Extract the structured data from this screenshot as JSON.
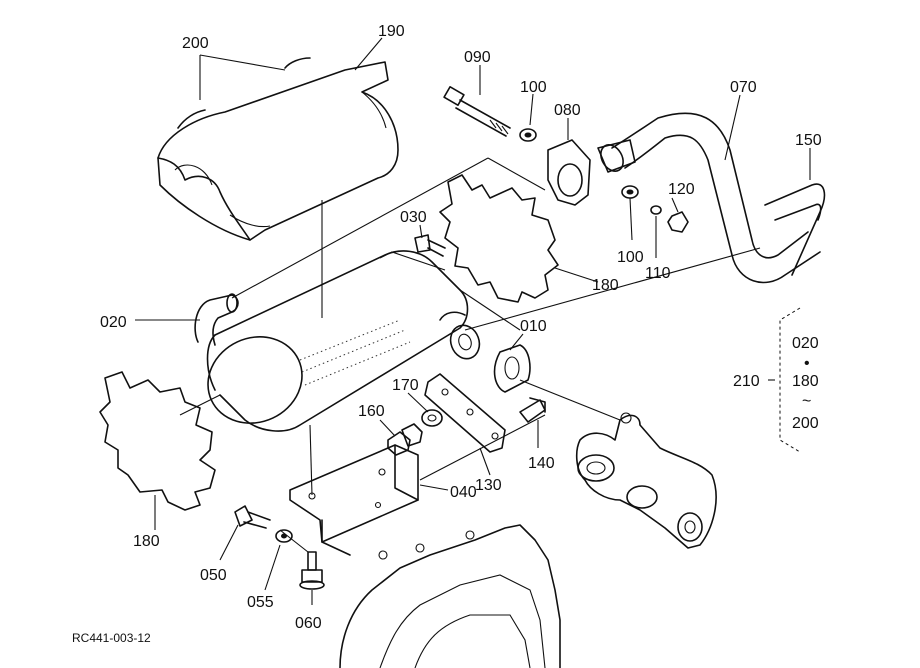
{
  "diagram": {
    "footer_code": "RC441-003-12",
    "callouts": [
      {
        "id": "c200",
        "label": "200"
      },
      {
        "id": "c190",
        "label": "190"
      },
      {
        "id": "c090",
        "label": "090"
      },
      {
        "id": "c100a",
        "label": "100"
      },
      {
        "id": "c080",
        "label": "080"
      },
      {
        "id": "c070",
        "label": "070"
      },
      {
        "id": "c150",
        "label": "150"
      },
      {
        "id": "c120",
        "label": "120"
      },
      {
        "id": "c030",
        "label": "030"
      },
      {
        "id": "c100b",
        "label": "100"
      },
      {
        "id": "c110",
        "label": "110"
      },
      {
        "id": "c180a",
        "label": "180"
      },
      {
        "id": "c020",
        "label": "020"
      },
      {
        "id": "c010",
        "label": "010"
      },
      {
        "id": "c170",
        "label": "170"
      },
      {
        "id": "c160",
        "label": "160"
      },
      {
        "id": "c140",
        "label": "140"
      },
      {
        "id": "c130",
        "label": "130"
      },
      {
        "id": "c040",
        "label": "040"
      },
      {
        "id": "c180b",
        "label": "180"
      },
      {
        "id": "c050",
        "label": "050"
      },
      {
        "id": "c055",
        "label": "055"
      },
      {
        "id": "c060",
        "label": "060"
      },
      {
        "id": "c210",
        "label": "210"
      }
    ],
    "set_bracket": {
      "items": [
        "020",
        "•",
        "180",
        "~",
        "200"
      ]
    }
  }
}
